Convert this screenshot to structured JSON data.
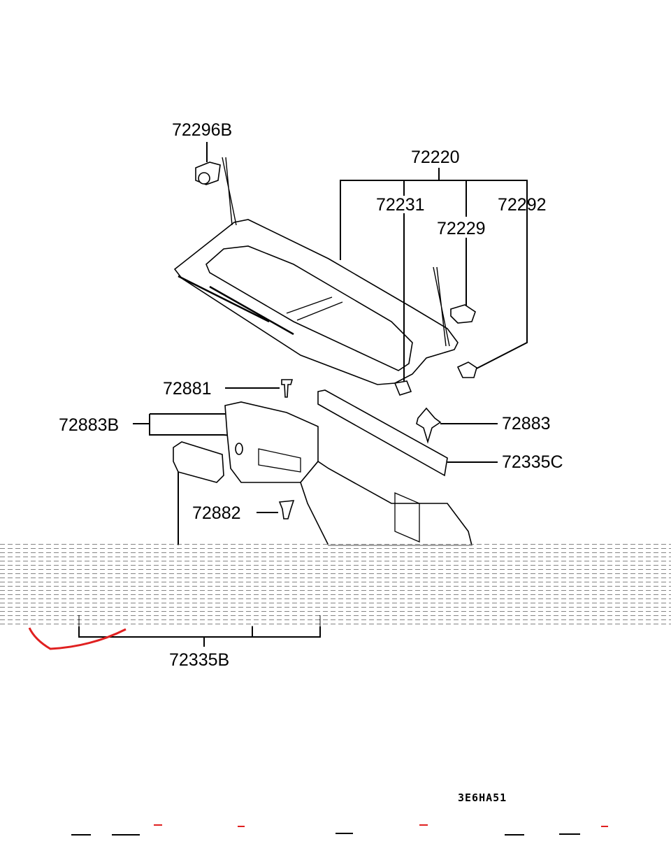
{
  "diagram": {
    "labels": {
      "p72296B": "72296B",
      "p72220": "72220",
      "p72231": "72231",
      "p72292": "72292",
      "p72229": "72229",
      "p72881": "72881",
      "p72883B": "72883B",
      "p72883": "72883",
      "p72335C": "72335C",
      "p72882": "72882",
      "p72335B": "72335B"
    },
    "drawing_code": "3E6HA51"
  },
  "colors": {
    "line": "#000000",
    "annotation": "#e02020"
  }
}
